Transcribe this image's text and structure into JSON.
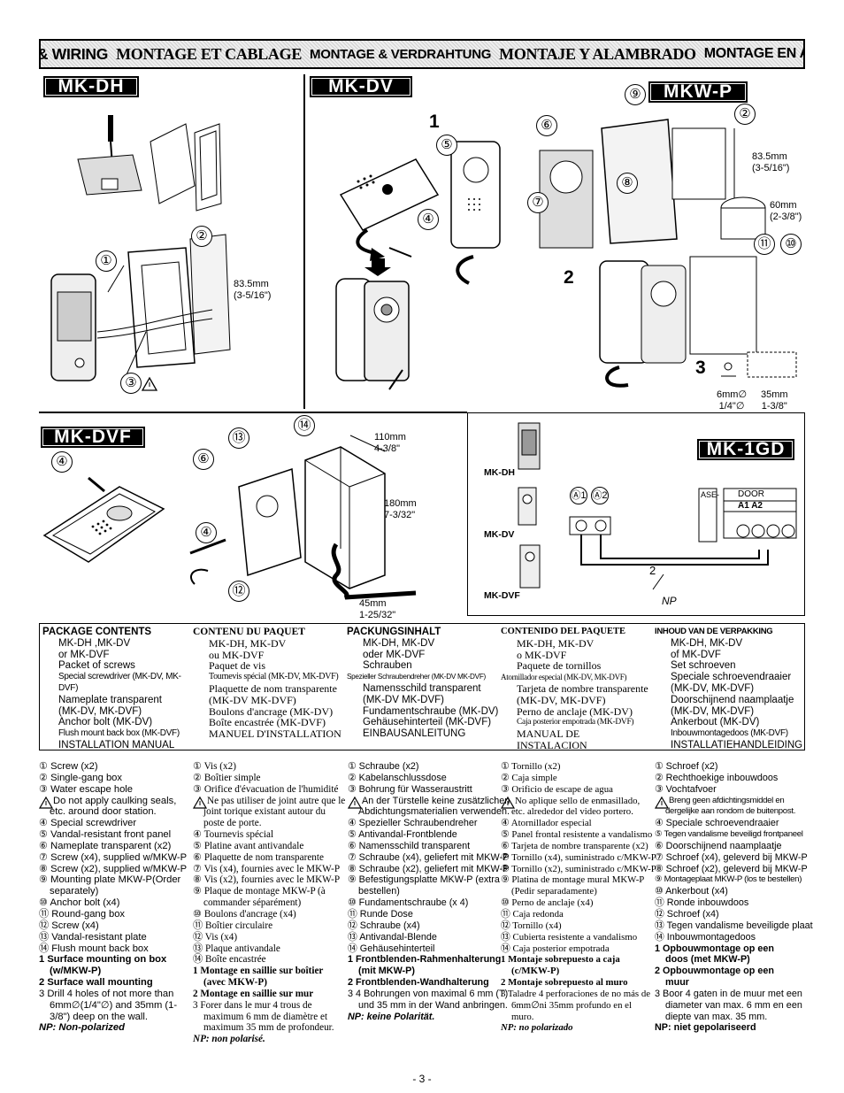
{
  "banner": {
    "t1": "MOUNTING & WIRING",
    "t2": "MONTAGE ET CABLAGE",
    "t3": "MONTAGE & VERDRAHTUNG",
    "t4": "MONTAJE Y ALAMBRADO",
    "t5": "MONTAGE EN AANSLUITING"
  },
  "panels": {
    "mkdh": "MK-DH",
    "mkdv": "MK-DV",
    "mkwp": "MKW-P",
    "mkdvf": "MK-DVF",
    "mk1gd": "MK-1GD"
  },
  "callouts": {
    "c1": "①",
    "c2": "②",
    "c3": "③",
    "c4": "④",
    "c5": "⑤",
    "c6": "⑥",
    "c7": "⑦",
    "c8": "⑧",
    "c9": "⑨",
    "c10": "⑩",
    "c11": "⑪",
    "c12": "⑫",
    "c13": "⑬",
    "c14": "⑭",
    "a1": "Ⓐ1",
    "a2": "Ⓐ2"
  },
  "steps": {
    "s1": "1",
    "s2": "2",
    "s3": "3",
    "two": "2"
  },
  "dims": {
    "dh_h1": "83.5mm",
    "dh_h2": "(3-5/16\")",
    "wp_h1": "83.5mm",
    "wp_h2": "(3-5/16\")",
    "wp_d1": "60mm",
    "wp_d2": "(2-3/8\")",
    "hole1a": "6mm∅",
    "hole1b": "1/4\"∅",
    "hole2a": "35mm",
    "hole2b": "1-3/8\"",
    "dvf_w1": "110mm",
    "dvf_w2": "4-3/8\"",
    "dvf_h1": "180mm",
    "dvf_h2": "7-3/32\"",
    "dvf_d1": "45mm",
    "dvf_d2": "1-25/32\""
  },
  "gd": {
    "mkdh": "MK-DH",
    "mkdv": "MK-DV",
    "mkdvf": "MK-DVF",
    "door": "DOOR",
    "a1a2": "A1 A2",
    "ase": "ASE-",
    "np": "NP"
  },
  "package": {
    "en": {
      "title": "PACKAGE CONTENTS",
      "lines": [
        "MK-DH ,MK-DV",
        "or MK-DVF",
        "Packet of screws"
      ],
      "special": "Special screwdriver (MK-DV, MK-DVF)",
      "lines2": [
        "Nameplate transparent",
        "(MK-DV, MK-DVF)",
        "Anchor bolt (MK-DV)"
      ],
      "flush": "Flush mount back box (MK-DVF)",
      "manual": "INSTALLATION MANUAL"
    },
    "fr": {
      "title": "CONTENU DU PAQUET",
      "lines": [
        "MK-DH, MK-DV",
        "ou MK-DVF",
        "Paquet de vis"
      ],
      "special": "Tournevis spécial (MK-DV, MK-DVF)",
      "lines2": [
        "Plaquette de nom transparente",
        "(MK-DV MK-DVF)",
        "Boulons d'ancrage (MK-DV)",
        "Boîte encastrée (MK-DVF)",
        "MANUEL D'INSTALLATION"
      ]
    },
    "de": {
      "title": "PACKUNGSINHALT",
      "lines": [
        "MK-DH, MK-DV",
        "oder MK-DVF",
        "Schrauben"
      ],
      "special": "Spezieller Schraubendreher (MK-DV MK-DVF)",
      "lines2": [
        "Namensschild transparent",
        "(MK-DV MK-DVF)",
        "Fundamentschraube (MK-DV)",
        "Gehäusehinterteil (MK-DVF)",
        "EINBAUSANLEITUNG"
      ]
    },
    "es": {
      "title": "CONTENIDO DEL PAQUETE",
      "lines": [
        "MK-DH, MK-DV",
        "o MK-DVF",
        "Paquete de tornillos"
      ],
      "special": "Atornillador especial (MK-DV, MK-DVF)",
      "lines2": [
        "Tarjeta de nombre transparente",
        "(MK-DV, MK-DVF)",
        "Perno de anclaje (MK-DV)"
      ],
      "caja": "Caja posterior empotrada (MK-DVF)",
      "manual": "MANUAL DE INSTALACION"
    },
    "nl": {
      "title": "INHOUD VAN DE VERPAKKING",
      "lines": [
        "MK-DH, MK-DV",
        "of MK-DVF",
        "Set schroeven",
        "Speciale schroevendraaier",
        "(MK-DV, MK-DVF)",
        "Doorschijnend naamplaatje",
        "(MK-DV, MK-DVF)",
        "Ankerbout (MK-DV)"
      ],
      "inbouw": "Inbouwmontagedoos (MK-DVF)",
      "manual": "INSTALLATIEHANDLEIDING"
    }
  },
  "parts": {
    "en": [
      "① Screw (x2)",
      "② Single-gang box",
      "③ Water escape hole",
      "Do not apply caulking seals,",
      "etc. around door station.",
      "④ Special screwdriver",
      "⑤ Vandal-resistant front panel",
      "⑥ Nameplate transparent (x2)",
      "⑦ Screw (x4), supplied w/MKW-P",
      "⑧ Screw (x2), supplied w/MKW-P",
      "⑨ Mounting plate MKW-P(Order",
      "separately)",
      "⑩ Anchor bolt (x4)",
      "⑪ Round-gang box",
      "⑫ Screw (x4)",
      "⑬ Vandal-resistant plate",
      "⑭ Flush mount back box",
      "1   Surface mounting on box",
      "(w/MKW-P)",
      "2   Surface wall mounting",
      "3   Drill 4 holes of not more than",
      "6mm∅(1/4\"∅) and 35mm (1-",
      "3/8\") deep on the wall.",
      "NP: Non-polarized"
    ],
    "fr": [
      "① Vis (x2)",
      "② Boîtier simple",
      "③ Orifice d'évacuation de l'humidité",
      "Ne pas utiliser de joint autre que le",
      "joint torique existant autour du",
      "poste de porte.",
      "④ Tournevis spécial",
      "⑤ Platine avant antivandale",
      "⑥ Plaquette de nom transparente",
      "⑦ Vis (x4), fournies avec le MKW-P",
      "⑧ Vis (x2), fournies avec le MKW-P",
      "⑨ Plaque de montage MKW-P (à",
      "commander séparément)",
      "⑩ Boulons d'ancrage (x4)",
      "⑪ Boîtier circulaire",
      "⑫ Vis (x4)",
      "⑬ Plaque antivandale",
      "⑭ Boîte encastrée",
      "1   Montage en saillie sur boîtier",
      "(avec MKW-P)",
      "2   Montage en saillie sur mur",
      "3   Forer dans le mur 4 trous de",
      "maximum 6 mm de diamètre et",
      "maximum 35 mm de profondeur.",
      "NP: non polarisé."
    ],
    "de": [
      "① Schraube (x2)",
      "② Kabelanschlussdose",
      "③ Bohrung für Wasseraustritt",
      "An der Türstelle keine zusätzlichen",
      "Abdichtungsmaterialien verwenden.",
      "④ Spezieller Schraubendreher",
      "⑤ Antivandal-Frontblende",
      "⑥ Namensschild transparent",
      "⑦ Schraube (x4), geliefert mit MKW-P",
      "⑧ Schraube (x2), geliefert mit MKW-P",
      "⑨ Befestigungsplatte MKW-P (extra",
      "bestellen)",
      "⑩ Fundamentschraube (x 4)",
      "⑪ Runde Dose",
      "⑫ Schraube (x4)",
      "⑬ Antivandal-Blende",
      "⑭ Gehäusehinterteil",
      "1   Frontblenden-Rahmenhalterung",
      "(mit MKW-P)",
      "2   Frontblenden-Wandhalterung",
      "3   4 Bohrungen von maximal 6 mm (T)",
      "und 35 mm in der Wand anbringen.",
      "NP: keine Polarität."
    ],
    "es": [
      "① Tornillo (x2)",
      "② Caja simple",
      "③ Orificio de escape de agua",
      "No aplique sello de enmasillado,",
      "etc. alrededor del video portero.",
      "④ Atornillador especial",
      "⑤ Panel frontal resistente a vandalismo",
      "⑥ Tarjeta de nombre transparente (x2)",
      "⑦ Tornillo (x4), suministrado c/MKW-P",
      "⑧ Tornillo (x2), suministrado c/MKW-P",
      "⑨ Platina de montage mural MKW-P",
      "(Pedir separadamente)",
      "⑩ Perno de anclaje (x4)",
      "⑪ Caja redonda",
      "⑫ Tornillo (x4)",
      "⑬ Cubierta resistente a vandalismo",
      "⑭ Caja posterior empotrada",
      "1   Montaje sobrepuesto a caja",
      "(c/MKW-P)",
      "2   Montaje sobrepuesto al muro",
      "3   Taladre 4 perforaciones de no más de",
      "6mm∅ni 35mm profundo en el",
      "muro.",
      "NP: no polarizado"
    ],
    "nl": [
      "① Schroef (x2)",
      "② Rechthoekige inbouwdoos",
      "③ Vochtafvoer",
      "Breng geen afdichtingsmiddel en",
      "dergelijke aan rondom de buitenpost.",
      "④ Speciale schroevendraaier",
      "⑤ Tegen vandalisme beveiligd frontpaneel",
      "⑥ Doorschijnend naamplaatje",
      "⑦ Schroef (x4), geleverd bij MKW-P",
      "⑧ Schroef (x2), geleverd bij MKW-P",
      "⑨ Montageplaat MKW-P (los te bestellen)",
      "⑩ Ankerbout (x4)",
      "⑪ Ronde inbouwdoos",
      "⑫ Schroef (x4)",
      "⑬ Tegen vandalisme beveiligde plaat",
      "⑭ Inbouwmontagedoos",
      "1   Opbouwmontage op een",
      "doos (met MKW-P)",
      "2   Opbouwmontage op een",
      "muur",
      "3   Boor 4 gaten in de muur met een",
      "diameter van max. 6 mm en een",
      "diepte van max. 35 mm.",
      "NP: niet gepolariseerd"
    ]
  },
  "page": {
    "number": "- 3 -"
  }
}
